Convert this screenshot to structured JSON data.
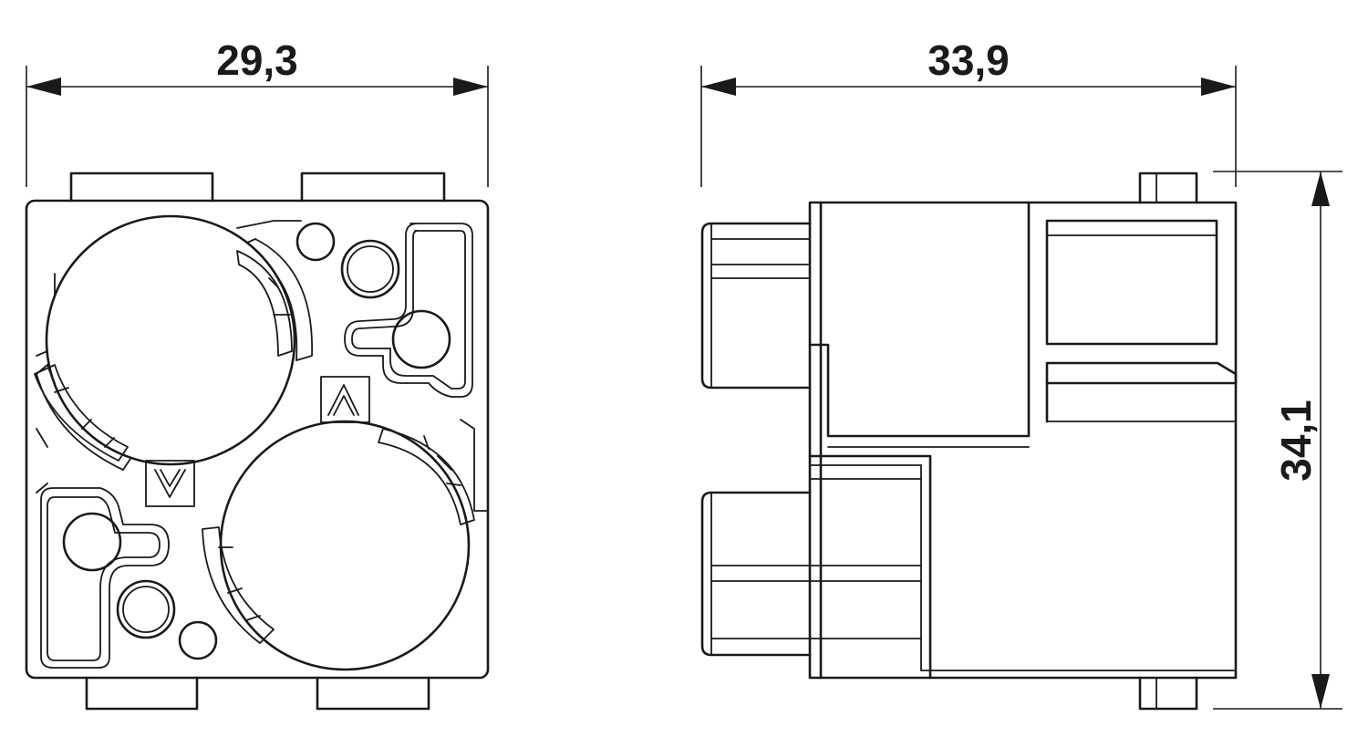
{
  "dimensions": {
    "front_width": "29,3",
    "side_depth": "33,9",
    "height": "34,1"
  }
}
